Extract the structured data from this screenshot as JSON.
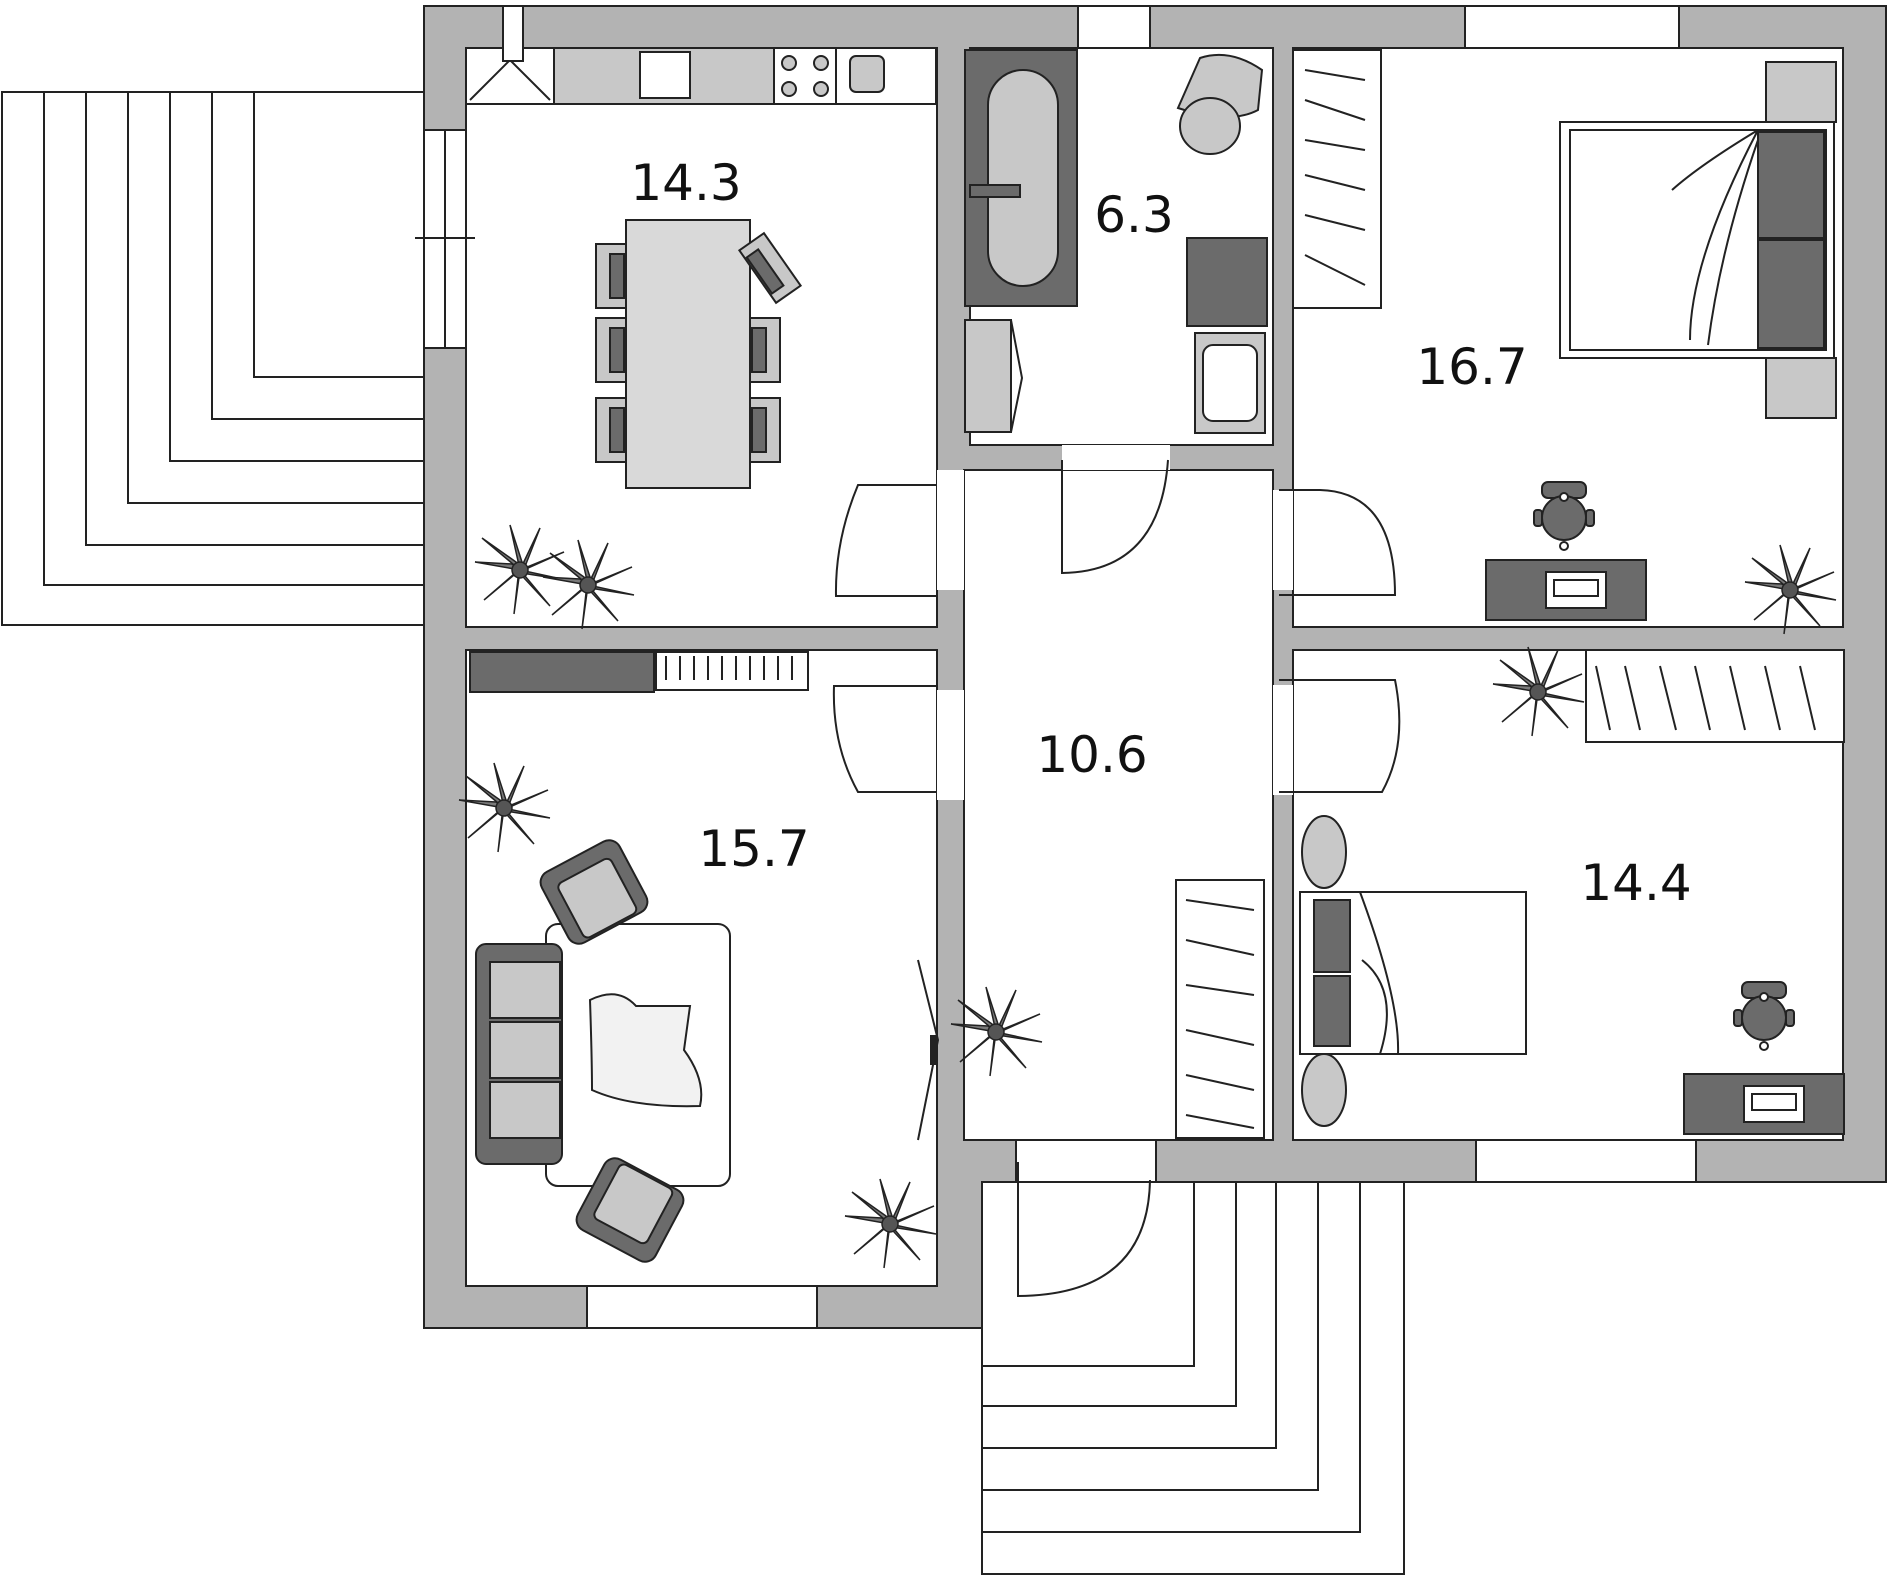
{
  "plan": {
    "rooms": [
      {
        "id": "kitchen",
        "area": "14.3"
      },
      {
        "id": "bathroom",
        "area": "6.3"
      },
      {
        "id": "bedroom-1",
        "area": "16.7"
      },
      {
        "id": "hall",
        "area": "10.6"
      },
      {
        "id": "living-room",
        "area": "15.7"
      },
      {
        "id": "bedroom-2",
        "area": "14.4"
      }
    ]
  },
  "colors": {
    "wall": "#b3b3b3",
    "furniture_dark": "#6b6b6b",
    "furniture_light": "#c8c8c8",
    "outline": "#222222"
  },
  "icons": [
    "stove-icon",
    "sink-icon",
    "toilet-icon",
    "bathtub-icon",
    "bed-icon",
    "plant-icon",
    "sofa-icon",
    "armchair-icon",
    "desk-icon",
    "chair-icon",
    "wardrobe-icon",
    "tv-icon"
  ]
}
